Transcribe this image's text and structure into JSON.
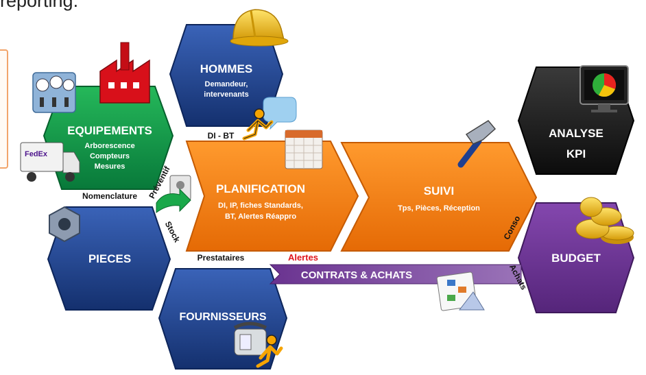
{
  "header": {
    "partial_text": "reporting."
  },
  "nodes": {
    "hommes": {
      "title": "HOMMES",
      "sub1": "Demandeur,",
      "sub2": "intervenants"
    },
    "equipements": {
      "title": "EQUIPEMENTS",
      "sub1": "Arborescence",
      "sub2": "Compteurs",
      "sub3": "Mesures"
    },
    "pieces": {
      "title": "PIECES"
    },
    "fournisseurs": {
      "title": "FOURNISSEURS"
    },
    "planification": {
      "title": "PLANIFICATION",
      "sub1": "DI, IP, fiches Standards,",
      "sub2": "BT, Alertes Réappro"
    },
    "suivi": {
      "title": "SUIVI",
      "sub1": "Tps, Pièces, Réception"
    },
    "analyse": {
      "title1": "ANALYSE",
      "title2": "KPI"
    },
    "budget": {
      "title": "BUDGET"
    },
    "contrats": {
      "title": "CONTRATS & ACHATS"
    }
  },
  "labels": {
    "di_bt": "DI - BT",
    "preventif": "Préventif",
    "nomenclature": "Nomenclature",
    "stock": "Stock",
    "prestataires": "Prestataires",
    "alertes": "Alertes",
    "conso": "Conso",
    "achats": "Achats"
  },
  "icons": {
    "helmet": "hard-hat-icon",
    "factory": "factory-icon",
    "gauges": "gauges-icon",
    "truck": "delivery-truck-icon",
    "truck_brand": "FedEx",
    "calendar": "calendar-icon",
    "calendar_header": "",
    "person": "running-person-icon",
    "chat": "chat-bubble-icon",
    "nut": "hex-nut-icon",
    "contacts": "contacts-icon",
    "hammer": "hammer-icon",
    "monitor": "monitor-pie-chart-icon",
    "coins": "gold-coins-icon",
    "phone": "desk-phone-icon",
    "doc": "diagram-document-icon"
  },
  "colors": {
    "blue": "#1f3f8f",
    "green": "#0e9a45",
    "orange": "#f07a10",
    "black": "#1a1a1a",
    "purple": "#6a3390",
    "alert_red": "#e0151d",
    "label_dark": "#111111"
  }
}
